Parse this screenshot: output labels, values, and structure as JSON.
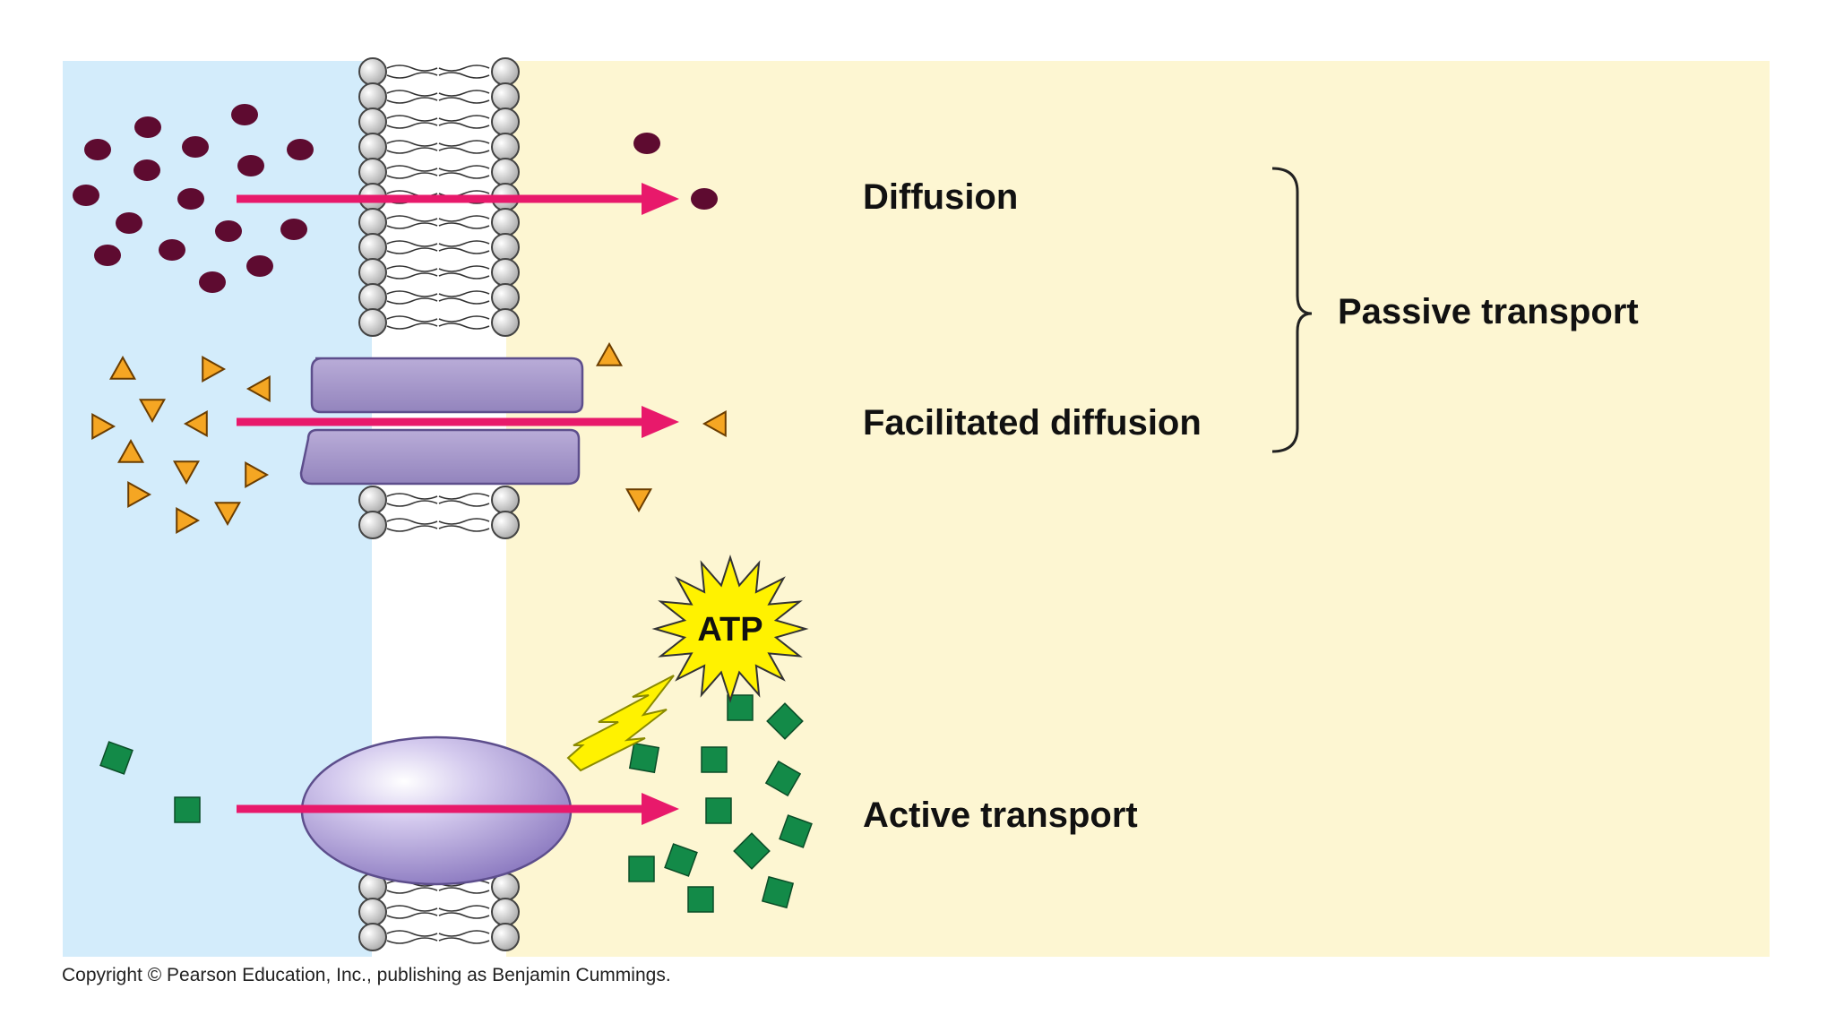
{
  "labels": {
    "diffusion": "Diffusion",
    "facilitated_diffusion": "Facilitated diffusion",
    "passive_transport": "Passive transport",
    "active_transport": "Active transport",
    "atp": "ATP"
  },
  "copyright": "Copyright © Pearson Education, Inc., publishing as Benjamin Cummings.",
  "colors": {
    "outside_region": "#d3ecfb",
    "inside_region": "#fdf6d2",
    "membrane_bead": "#d8d8d8",
    "solute_circle": "#5e0b30",
    "solute_triangle": "#f5a623",
    "solute_square": "#138a48",
    "arrow": "#e8196b",
    "channel_protein": "#a597c8",
    "carrier_protein": "#b7a8dc",
    "atp_burst": "#fff200"
  }
}
